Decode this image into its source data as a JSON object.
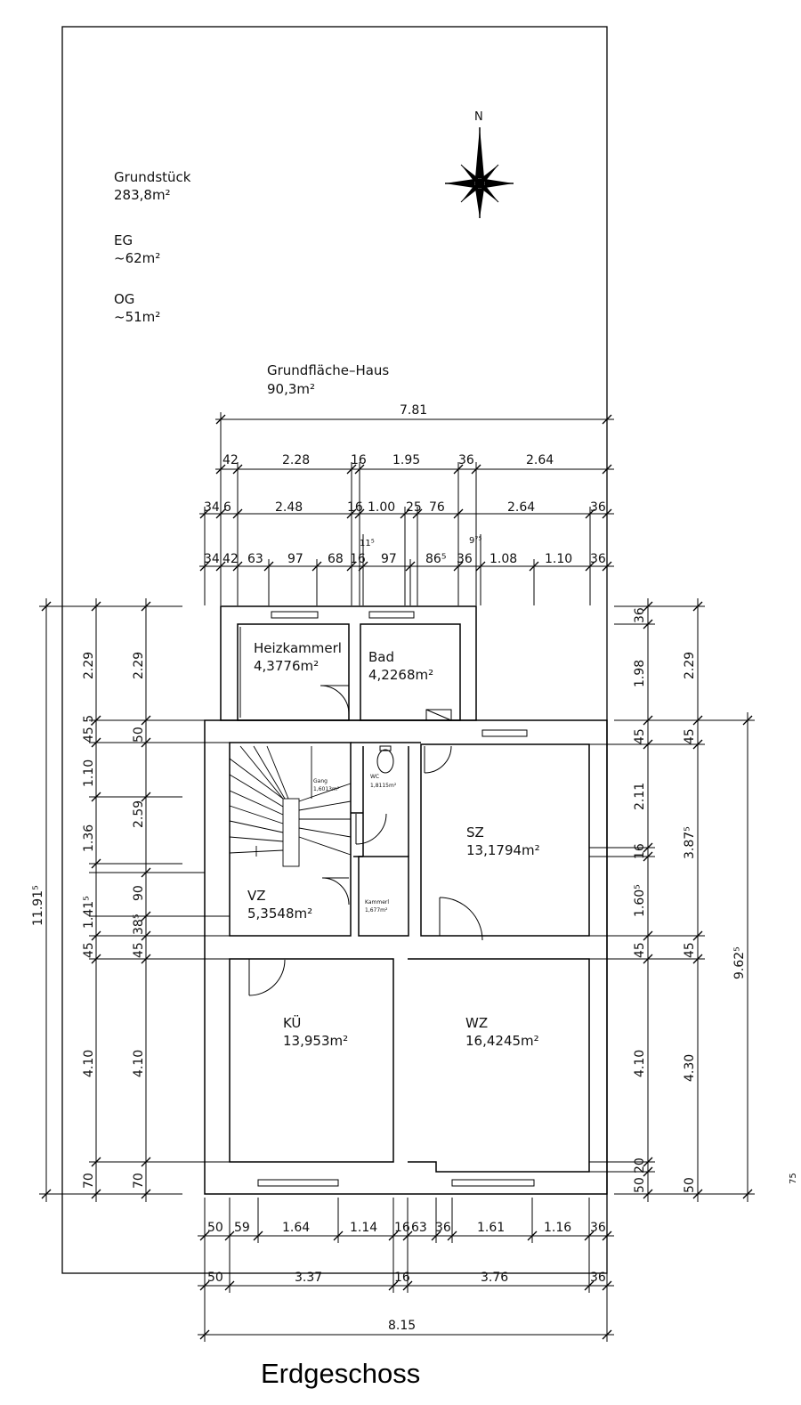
{
  "north": "N",
  "areas": {
    "grundstueck_label": "Grundstück",
    "grundstueck_value": "283,8m²",
    "eg_label": "EG",
    "eg_value": "~62m²",
    "og_label": "OG",
    "og_value": "~51m²",
    "haus_label": "Grundfläche–Haus",
    "haus_value": "90,3m²"
  },
  "rooms": {
    "heizkammerl_name": "Heizkammerl",
    "heizkammerl_area": "4,3776m²",
    "bad_name": "Bad",
    "bad_area": "4,2268m²",
    "wc_name": "WC",
    "wc_area": "1,8115m²",
    "gang_name": "Gang",
    "gang_area": "1,6013m²",
    "sz_name": "SZ",
    "sz_area": "13,1794m²",
    "vz_name": "VZ",
    "vz_area": "5,3548m²",
    "kammerl_name": "Kammerl",
    "kammerl_area": "1,677m²",
    "kue_name": "KÜ",
    "kue_area": "13,953m²",
    "wz_name": "WZ",
    "wz_area": "16,4245m²"
  },
  "dims_top": {
    "overall": "7.81",
    "row1": [
      "42",
      "2.28",
      "16",
      "1.95",
      "36",
      "2.64"
    ],
    "row2": [
      "34",
      "6",
      "2.48",
      "16",
      "1.00",
      "25",
      "76",
      "2.64",
      "36"
    ],
    "row2_extra": [
      "11⁵",
      "9⁷⁵"
    ],
    "row3": [
      "34",
      "42",
      "63",
      "97",
      "68",
      "16",
      "97",
      "86⁵",
      "36",
      "1.08",
      "1.10",
      "36"
    ]
  },
  "dims_left": {
    "outer": "11.91⁵",
    "col1": [
      "2.29",
      "45.5",
      "1.10",
      "1.36",
      "1.41⁵",
      "45",
      "4.10",
      "70"
    ],
    "col2": [
      "2.29",
      "50",
      "2.59",
      "90",
      "38⁵",
      "45",
      "4.10",
      "70"
    ]
  },
  "dims_right": {
    "col1": [
      "36",
      "1.98",
      "45",
      "2.11",
      "16",
      "1.60⁵",
      "45",
      "4.10",
      "20",
      "50"
    ],
    "col2": [
      "2.29",
      "45",
      "3.87⁵",
      "45",
      "4.30",
      "50"
    ],
    "outer": "9.62⁵",
    "edge_mark": "75"
  },
  "dims_bottom": {
    "row1": [
      "50",
      "59",
      "1.64",
      "1.14",
      "16",
      "63",
      "36",
      "1.61",
      "1.16",
      "36"
    ],
    "row2": [
      "50",
      "3.37",
      "16",
      "3.76",
      "36"
    ],
    "overall": "8.15"
  },
  "title": "Erdgeschoss"
}
